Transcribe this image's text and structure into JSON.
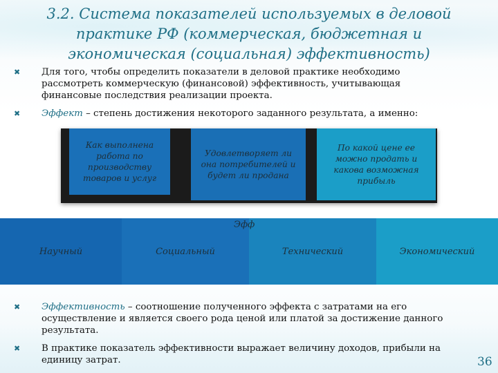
{
  "slide": {
    "title": "3.2. Система показателей используемых в деловой практике РФ (коммерческая, бюджетная и экономическая (социальная) эффективность)",
    "bullets": {
      "b1": "Для того, чтобы определить показатели в деловой практике необходимо рассмотреть коммерческую (финансовой) эффективность, учитывающая финансовые последствия реализации проекта.",
      "b2_term": "Эффект",
      "b2_rest": " – степень достижения некоторого заданного результата, а именно:",
      "b3_term": "Эффективность",
      "b3_rest": " – соотношение полученного эффекта с затратами на его осуществление и является своего рода ценой или платой за достижение данного результата.",
      "b4": "В практике показатель эффективности выражает величину доходов, прибыли на единицу затрат."
    },
    "questions": [
      "Как выполнена работа по производству товаров и услуг",
      "Удовлетворяет ли она потребителей и будет ли продана",
      "По какой цене ее можно продать и какова возможная прибыль"
    ],
    "effects_label": "Эффект",
    "effects": [
      "Научный",
      "Социальный",
      "Технический",
      "Экономический"
    ],
    "page_number": "36",
    "colors": {
      "accent": "#1f6f86",
      "box_dark_blue": "#1566b0",
      "box_blue": "#1a70b8",
      "box_teal": "#1b9ec8"
    },
    "bullet_icon": "cross-bullet-icon"
  }
}
